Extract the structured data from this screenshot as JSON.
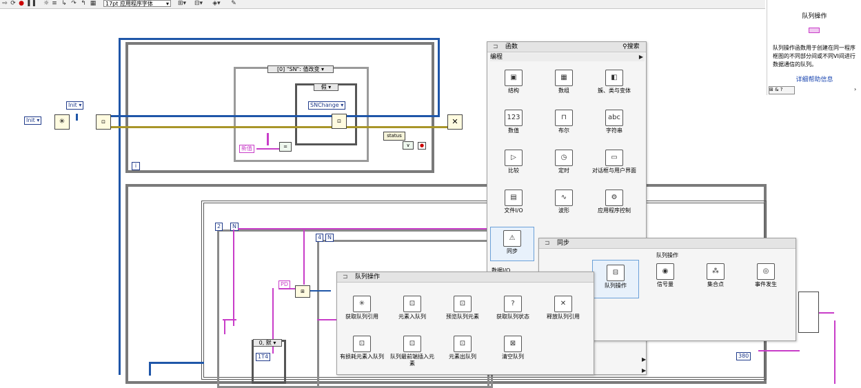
{
  "toolbar": {
    "font": "17pt 应用程序字体"
  },
  "diagram": {
    "init_label_1": "Init",
    "init_label_2": "Init",
    "event_case": "[0] \"SN\": 值改变",
    "case_false": "假",
    "snchange": "SNChange",
    "new_value": "新值",
    "status": "status",
    "loop_i": "i",
    "n_const_1": "2",
    "n_1": "N",
    "n_const_2": "4",
    "n_2": "N",
    "pd": "PD",
    "case_default": "0, 默",
    "t4": "1T4",
    "c380": "380"
  },
  "functions_palette": {
    "title": "函数",
    "search": "搜索",
    "category": "编程",
    "items": [
      {
        "label": "结构",
        "icon": "structure-icon"
      },
      {
        "label": "数组",
        "icon": "array-icon"
      },
      {
        "label": "簇、类与变体",
        "icon": "cluster-icon"
      },
      {
        "label": "数值",
        "icon": "numeric-icon"
      },
      {
        "label": "布尔",
        "icon": "boolean-icon"
      },
      {
        "label": "字符串",
        "icon": "string-icon"
      },
      {
        "label": "比较",
        "icon": "comparison-icon"
      },
      {
        "label": "定时",
        "icon": "timing-icon"
      },
      {
        "label": "对话框与用户界面",
        "icon": "dialog-icon"
      },
      {
        "label": "文件I/O",
        "icon": "file-io-icon"
      },
      {
        "label": "波形",
        "icon": "waveform-icon"
      },
      {
        "label": "应用程序控制",
        "icon": "app-control-icon"
      },
      {
        "label": "同步",
        "icon": "sync-icon"
      }
    ],
    "truncated": "数据I/O"
  },
  "sync_palette": {
    "title": "同步",
    "section": "队列操作",
    "items": [
      {
        "label": "队列操作",
        "icon": "queue-ops-icon"
      },
      {
        "label": "信号量",
        "icon": "semaphore-icon"
      },
      {
        "label": "集合点",
        "icon": "rendezvous-icon"
      },
      {
        "label": "事件发生",
        "icon": "occurrence-icon"
      }
    ]
  },
  "queue_palette": {
    "title": "队列操作",
    "items": [
      {
        "label": "获取队列引用",
        "icon": "obtain-queue-icon"
      },
      {
        "label": "元素入队列",
        "icon": "enqueue-icon"
      },
      {
        "label": "预览队列元素",
        "icon": "preview-queue-icon"
      },
      {
        "label": "获取队列状态",
        "icon": "queue-status-icon"
      },
      {
        "label": "释放队列引用",
        "icon": "release-queue-icon"
      },
      {
        "label": "有损耗元素入队列",
        "icon": "lossy-enqueue-icon"
      },
      {
        "label": "队列最前端插入元素",
        "icon": "enqueue-front-icon"
      },
      {
        "label": "元素出队列",
        "icon": "dequeue-icon"
      },
      {
        "label": "清空队列",
        "icon": "flush-queue-icon"
      }
    ]
  },
  "help": {
    "title": "队列操作",
    "body": "队列操作函数用于创建在同一程序框图的不同部分间或不同VI间进行数据通信的队列。",
    "link": "详细帮助信息"
  },
  "colors": {
    "ref_wire": "#1f56a8",
    "error_wire": "#a89528",
    "string_wire": "#c83cc8",
    "link": "#1a46b0"
  }
}
